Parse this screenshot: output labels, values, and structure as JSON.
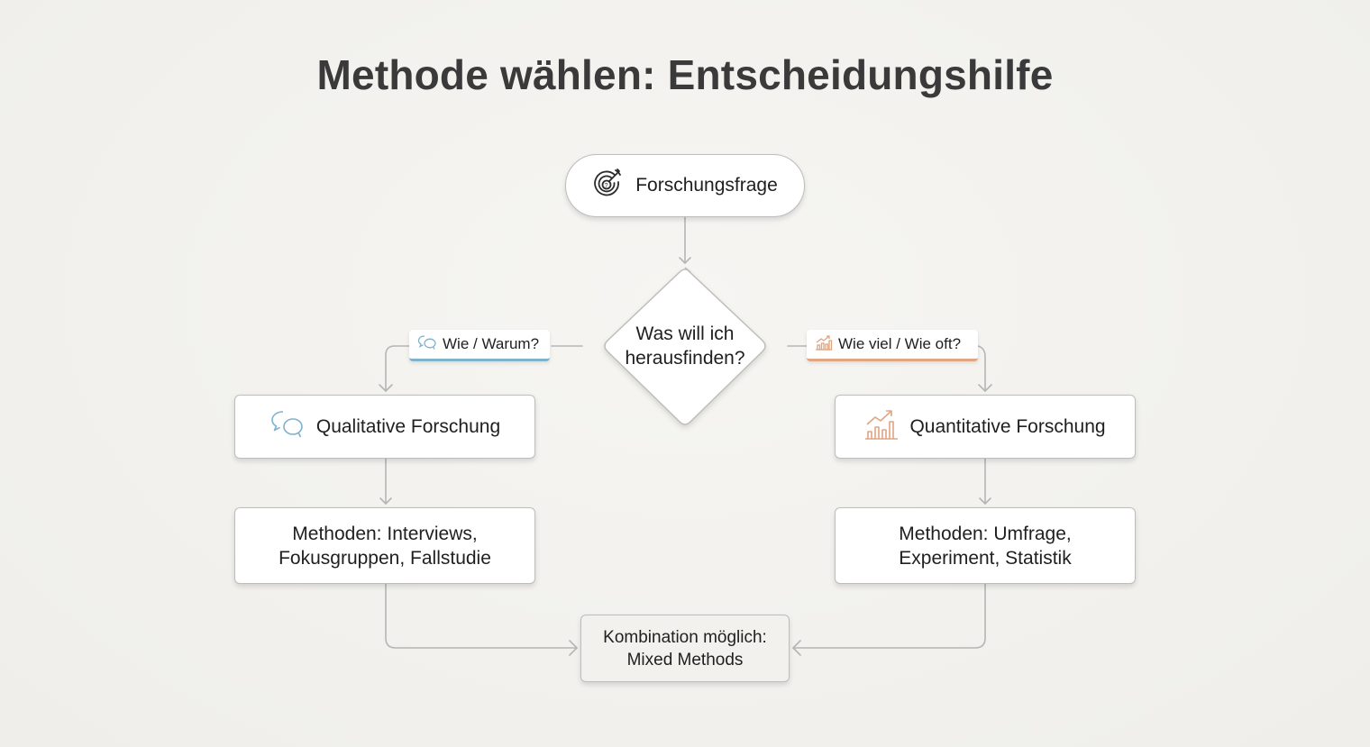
{
  "title": "Methode wählen: Entscheidungshilfe",
  "colors": {
    "background": "#f1f0ed",
    "qualitative_accent": "#7fb3cc",
    "quantitative_accent": "#e0a582",
    "connector": "#b5b5b5",
    "text": "#1f1f1f"
  },
  "nodes": {
    "start": {
      "label": "Forschungsfrage",
      "icon": "target-question-icon"
    },
    "decision": {
      "line1": "Was will ich",
      "line2": "herausfinden?"
    },
    "qualitative": {
      "label": "Qualitative Forschung",
      "icon": "speech-bubbles-icon"
    },
    "quantitative": {
      "label": "Quantitative Forschung",
      "icon": "bar-chart-trend-icon"
    },
    "qual_methods": {
      "line1": "Methoden: Interviews,",
      "line2": "Fokusgruppen, Fallstudie"
    },
    "quan_methods": {
      "line1": "Methoden: Umfrage,",
      "line2": "Experiment, Statistik"
    },
    "mixed": {
      "line1": "Kombination möglich:",
      "line2": "Mixed Methods"
    }
  },
  "edge_labels": {
    "left": {
      "label": "Wie / Warum?",
      "icon": "speech-bubbles-icon"
    },
    "right": {
      "label": "Wie viel / Wie oft?",
      "icon": "bar-chart-trend-icon"
    }
  }
}
